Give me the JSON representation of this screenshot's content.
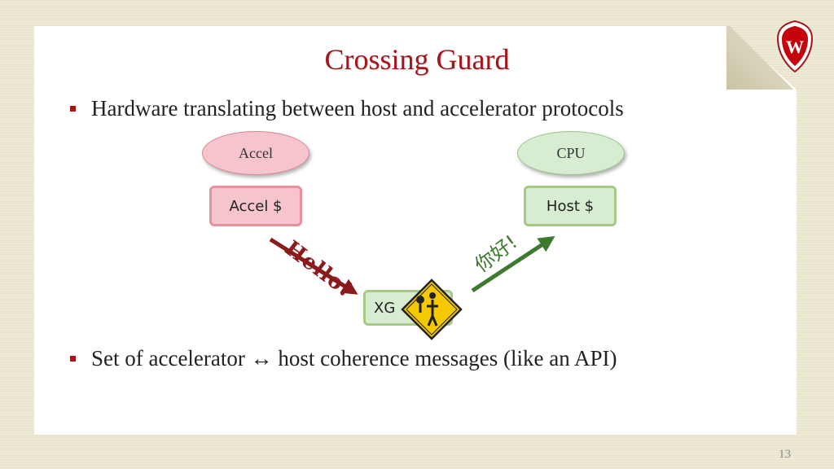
{
  "slide": {
    "title": "Crossing Guard",
    "bullets": [
      "Hardware translating between host and accelerator protocols",
      "Set of accelerator ↔ host coherence messages (like an API)"
    ],
    "page_number": "13"
  },
  "diagram": {
    "accel_ellipse": "Accel",
    "cpu_ellipse": "CPU",
    "accel_cache": "Accel $",
    "host_cache": "Host $",
    "xg_box": "XG",
    "hello_label": "Hello!",
    "nihao_label": "你好!",
    "colors": {
      "title": "#a3161a",
      "red_arrow": "#8b1a1a",
      "green_arrow": "#3e7a2e",
      "pink_fill": "#f6c4cd",
      "green_fill": "#d7ecd1"
    }
  },
  "logo": {
    "letter": "W"
  }
}
